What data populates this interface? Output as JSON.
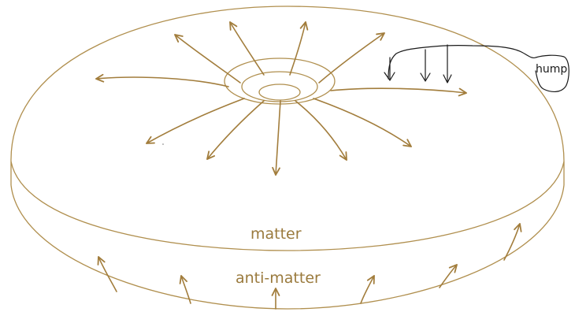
{
  "labels": {
    "matter": "matter",
    "anti_matter": "anti-matter",
    "hump": "hump"
  },
  "colors": {
    "disk_outline": "#b08f4e",
    "arrows": "#a27d3c",
    "text": "#9a7a3d",
    "hand_drawn": "#1a1a1a"
  }
}
